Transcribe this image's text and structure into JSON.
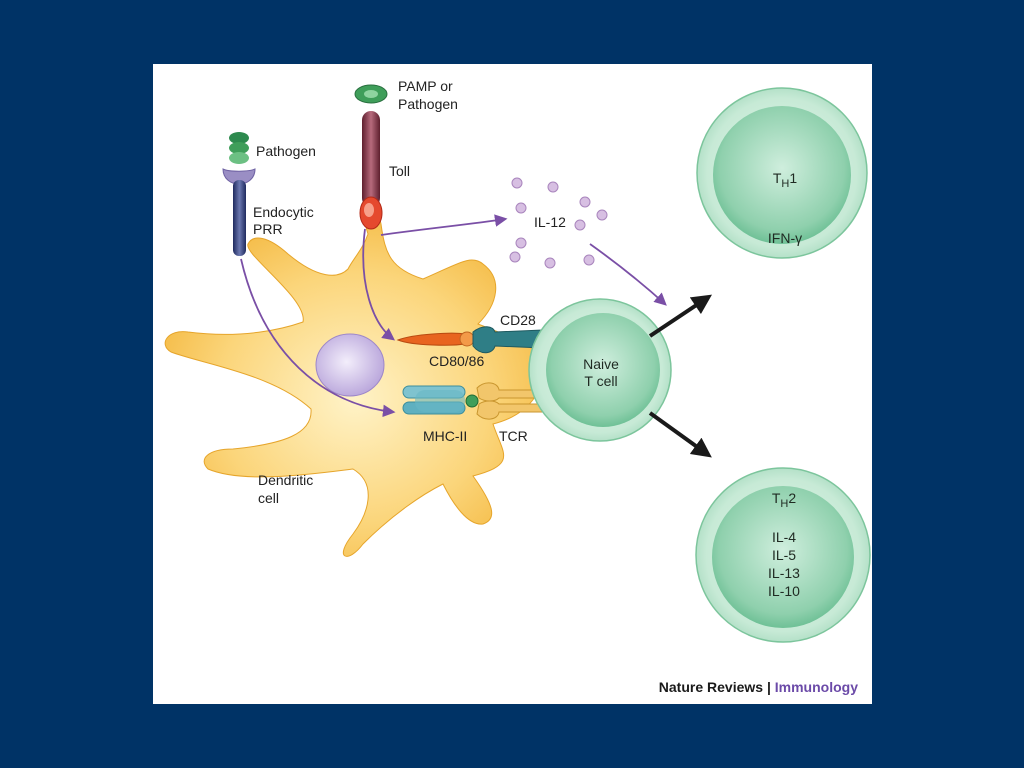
{
  "figure": {
    "labels": {
      "pamp_line1": "PAMP or",
      "pamp_line2": "Pathogen",
      "toll": "Toll",
      "pathogen": "Pathogen",
      "endocytic_line1": "Endocytic",
      "endocytic_line2": "PRR",
      "il12": "IL-12",
      "cd28": "CD28",
      "cd80": "CD80/86",
      "mhc": "MHC-II",
      "tcr": "TCR",
      "dendritic_line1": "Dendritic",
      "dendritic_line2": "cell",
      "naive_line1": "Naive",
      "naive_line2": "T cell"
    },
    "th1": {
      "t": "T",
      "sub": "H",
      "num": "1",
      "cytokines": [
        "IFN-γ"
      ]
    },
    "th2": {
      "t": "T",
      "sub": "H",
      "num": "2",
      "cytokines": [
        "IL-4",
        "IL-5",
        "IL-13",
        "IL-10"
      ]
    },
    "credit": {
      "journal": "Nature Reviews",
      "separator": " | ",
      "section": "Immunology"
    }
  },
  "colors": {
    "background": "#003366",
    "dendritic_cell": "#f7c24a",
    "t_cell": "#9fd6b8",
    "arrow_purple": "#7a4fa6",
    "credit_accent": "#6b4aa8"
  }
}
